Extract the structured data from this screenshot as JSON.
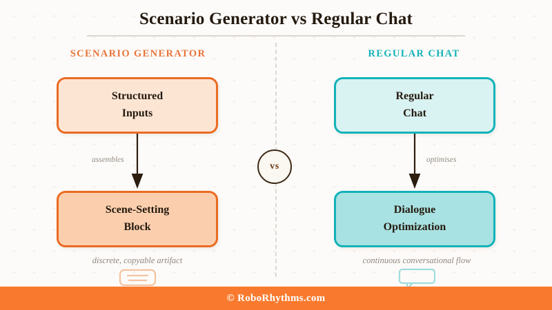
{
  "title": "Scenario Generator vs Regular Chat",
  "center_badge": {
    "label": "vs"
  },
  "columns": {
    "left": {
      "header": "SCENARIO GENERATOR",
      "accent_color": "#ea6b22",
      "top_box": {
        "line1": "Structured",
        "line2": "Inputs"
      },
      "edge_label": "assembles",
      "bottom_box": {
        "line1": "Scene-Setting",
        "line2": "Block"
      },
      "footnote": "discrete, copyable artifact",
      "icon": "document-card-icon"
    },
    "right": {
      "header": "REGULAR CHAT",
      "accent_color": "#12b2b8",
      "top_box": {
        "line1": "Regular",
        "line2": "Chat"
      },
      "edge_label": "optimises",
      "bottom_box": {
        "line1": "Dialogue",
        "line2": "Optimization"
      },
      "footnote": "continuous conversational flow",
      "icon": "speech-bubble-icon"
    }
  },
  "footer": {
    "text": "© RoboRhythms.com",
    "background_color": "#f97a2e"
  },
  "theme": {
    "page_background": "#fdfbf9",
    "dot_grid_color": "#e9e2dc",
    "title_color": "#241a0f",
    "muted_text_color": "#8f8780",
    "arrow_color": "#2b1d10"
  }
}
